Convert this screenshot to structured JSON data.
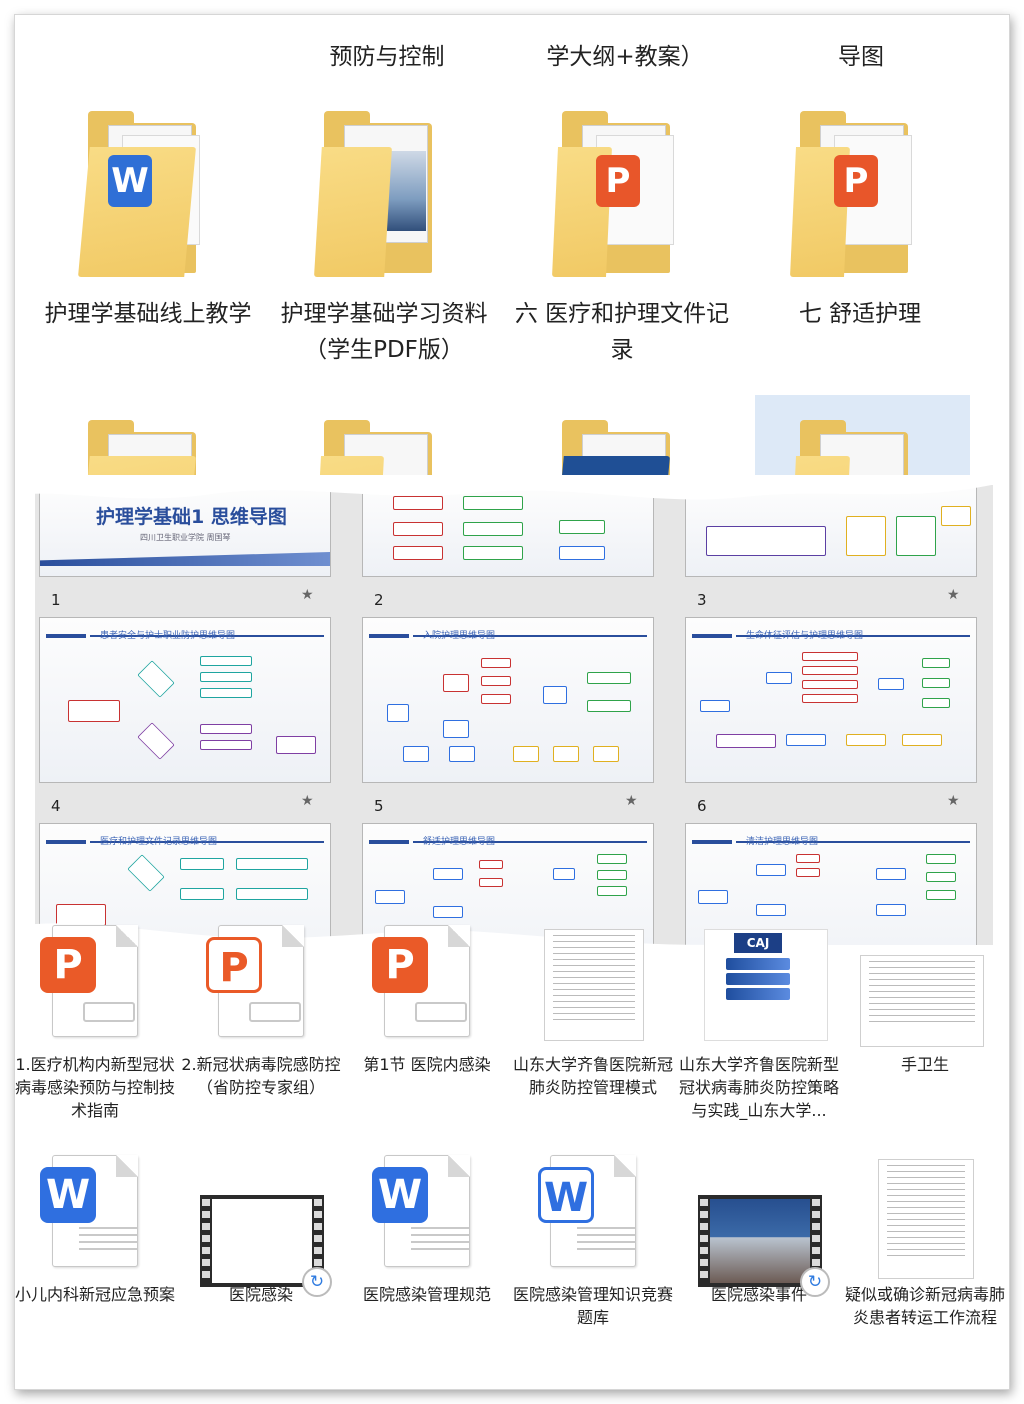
{
  "top_captions": [
    "预防与控制",
    "学大纲+教案）",
    "导图"
  ],
  "folders_row1": [
    {
      "label": "护理学基础线上教学",
      "badge": "W",
      "kind": "word"
    },
    {
      "label": "护理学基础学习资料（学生PDF版）",
      "badge": "",
      "kind": "pic"
    },
    {
      "label": "六 医疗和护理文件记录",
      "badge": "P",
      "kind": "ppt"
    },
    {
      "label": "七 舒适护理",
      "badge": "P",
      "kind": "ppt"
    }
  ],
  "slides": [
    {
      "num": "1",
      "title": "护理学基础1 思维导图",
      "subtitle": "四川卫生职业学院 周国琴"
    },
    {
      "num": "2",
      "title": ""
    },
    {
      "num": "3",
      "title": ""
    },
    {
      "num": "4",
      "title": "患者安全与护士职业防护思维导图"
    },
    {
      "num": "5",
      "title": "入院护理思维导图"
    },
    {
      "num": "6",
      "title": "生命体征评估与护理思维导图"
    },
    {
      "num": "",
      "title": "医疗和护理文件记录思维导图"
    },
    {
      "num": "",
      "title": "舒适护理思维导图"
    },
    {
      "num": "",
      "title": "清洁护理思维导图"
    }
  ],
  "slide_star": "★",
  "files_row1": [
    {
      "label": "1.医疗机构内新型冠状病毒感染预防与控制技术指南",
      "type": "ppt",
      "badge": "P"
    },
    {
      "label": "2.新冠状病毒院感防控（省防控专家组）",
      "type": "ppt-outline",
      "badge": "P"
    },
    {
      "label": "第1节 医院内感染",
      "type": "ppt",
      "badge": "P"
    },
    {
      "label": "山东大学齐鲁医院新冠肺炎防控管理模式",
      "type": "thumb"
    },
    {
      "label": "山东大学齐鲁医院新型冠状病毒肺炎防控策略与实践_山东大学...",
      "type": "caj",
      "badge": "CAJ"
    },
    {
      "label": "手卫生",
      "type": "table-thumb"
    }
  ],
  "files_row2": [
    {
      "label": "小儿内科新冠应急预案",
      "type": "word",
      "badge": "W"
    },
    {
      "label": "医院感染",
      "type": "video-blank"
    },
    {
      "label": "医院感染管理规范",
      "type": "word",
      "badge": "W"
    },
    {
      "label": "医院感染管理知识竞赛题库",
      "type": "word-outline",
      "badge": "W"
    },
    {
      "label": "医院感染事件",
      "type": "video-news"
    },
    {
      "label": "疑似或确诊新冠病毒肺炎患者转运工作流程",
      "type": "flow-thumb"
    }
  ],
  "colors": {
    "ppt": "#ea5a28",
    "word": "#2f6fe0",
    "folder": "#f1c964",
    "slide_accent": "#2a4e9c"
  }
}
